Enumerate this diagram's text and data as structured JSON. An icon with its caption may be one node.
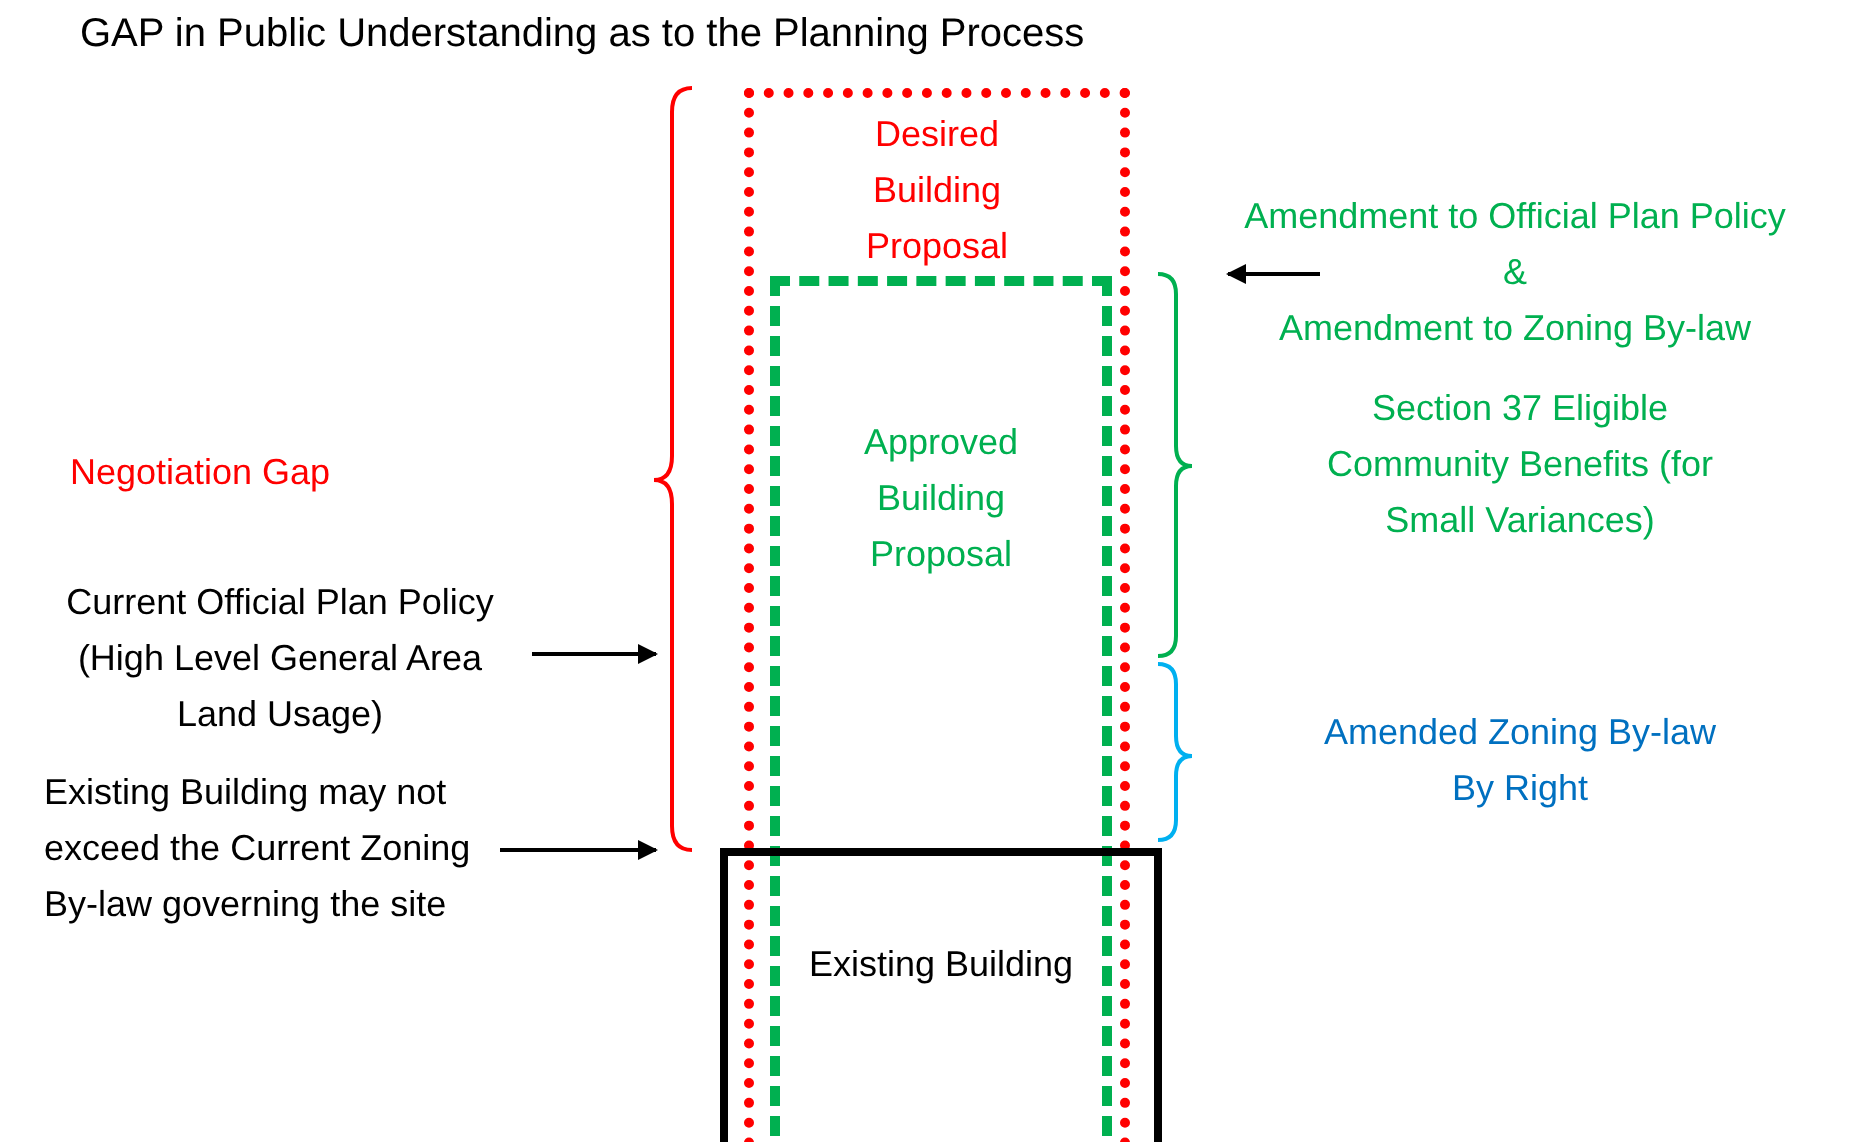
{
  "diagram": {
    "title": "GAP in Public Understanding as to the Planning Process",
    "nodes": [
      {
        "text": [
          "Desired Building Proposal"
        ]
      },
      {
        "text": [
          "Approved Building Proposal"
        ],
        "in": 0
      },
      {
        "text": [
          "Amendment to Official Plan Policy",
          "&",
          "Amendment to Zoning By-law"
        ]
      },
      {
        "text": [
          "Current Official Plan Policy (High Level General Area Land Usage)"
        ]
      },
      {
        "text": [
          "Existing Building may not exceed the Current Zoning By-law governing the site"
        ]
      },
      {
        "text": [
          "Existing Building"
        ]
      }
    ],
    "edges": [
      {
        "from": 3,
        "to": 5,
        "arrow": "to"
      },
      {
        "from": 4,
        "to": 5,
        "arrow": "to"
      }
    ],
    "labels": [
      "Negotiation Gap",
      "Section 37 Eligible Community Benefits (for Small Variances)",
      "Amended Zoning By-law By Right"
    ]
  }
}
